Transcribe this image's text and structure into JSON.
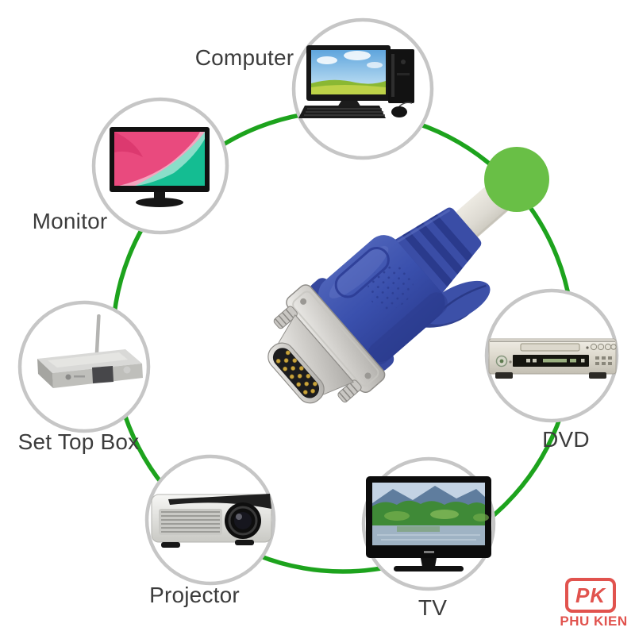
{
  "page": {
    "background": "#ffffff"
  },
  "diagram": {
    "devices": [
      {
        "id": "computer",
        "label": "Computer",
        "icon": "desktop-computer-icon"
      },
      {
        "id": "monitor",
        "label": "Monitor",
        "icon": "monitor-icon"
      },
      {
        "id": "set_top_box",
        "label": "Set Top Box",
        "icon": "set-top-box-icon"
      },
      {
        "id": "projector",
        "label": "Projector",
        "icon": "projector-icon"
      },
      {
        "id": "tv",
        "label": "TV",
        "icon": "tv-icon"
      },
      {
        "id": "dvd",
        "label": "DVD",
        "icon": "dvd-player-icon"
      }
    ],
    "center": {
      "icon": "vga-cable-connector-icon"
    },
    "colors": {
      "ring_green": "#1da31d",
      "dot_green": "#69bf46",
      "circle_border": "#c6c6c6",
      "label_text": "#3c3c3c",
      "connector_blue": "#3a50ad",
      "cable_beige": "#e3e0d8",
      "logo_red": "#e1534e"
    }
  },
  "logo": {
    "initials": "PK",
    "name": "PHU KIEN"
  }
}
